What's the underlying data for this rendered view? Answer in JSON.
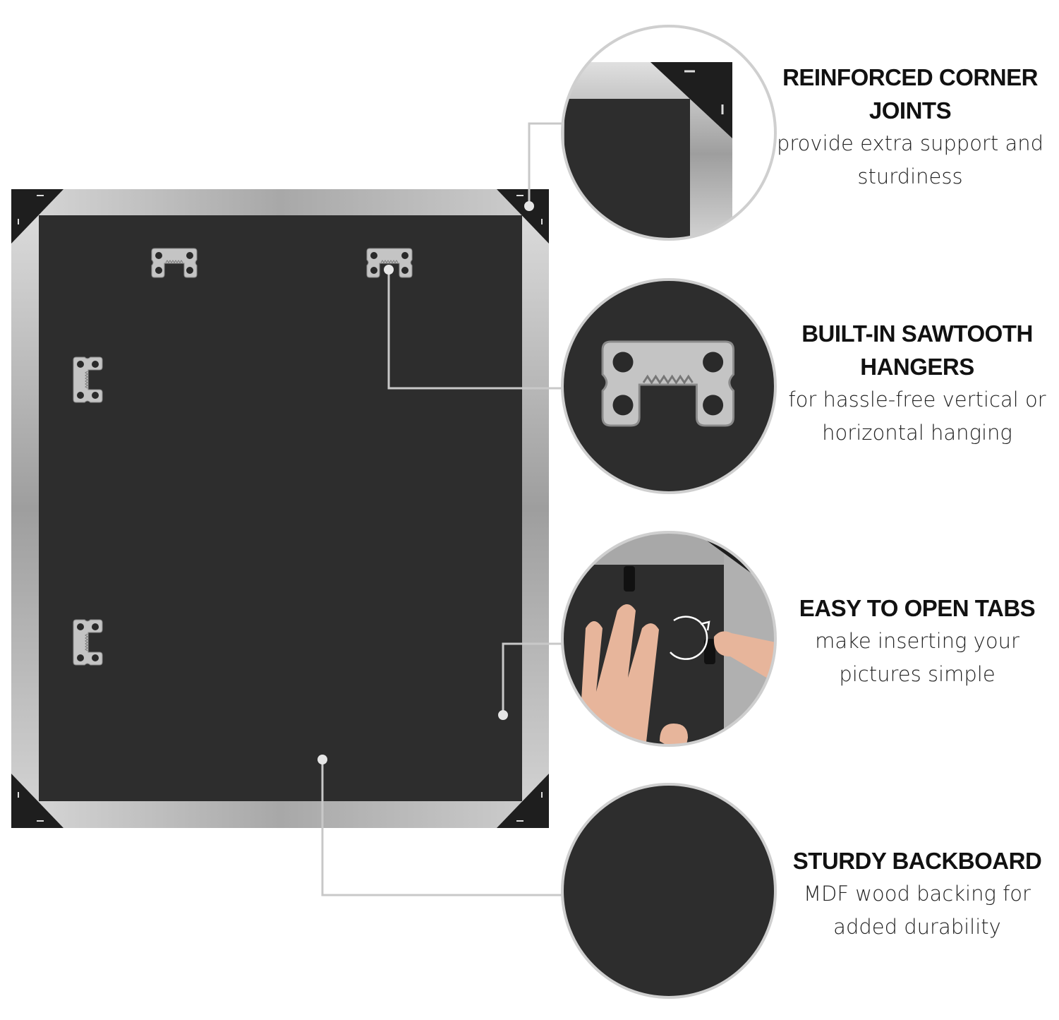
{
  "colors": {
    "backboard": "#2d2d2d",
    "silver": "#b4b4b4",
    "corner": "#1e1e1e",
    "circle_border": "#cfcfcf",
    "connector": "#c8c8c8"
  },
  "features": [
    {
      "title": "REINFORCED CORNER JOINTS",
      "body": "provide extra support and sturdiness",
      "icon": "corner-joint-closeup"
    },
    {
      "title": "BUILT-IN SAWTOOTH HANGERS",
      "body": "for hassle-free vertical or horizontal hanging",
      "icon": "sawtooth-hanger-closeup"
    },
    {
      "title": "EASY TO OPEN TABS",
      "body": "make inserting your pictures simple",
      "icon": "open-tab-closeup"
    },
    {
      "title": "STURDY BACKBOARD",
      "body": "MDF wood backing for added durability",
      "icon": "backboard-closeup"
    }
  ]
}
